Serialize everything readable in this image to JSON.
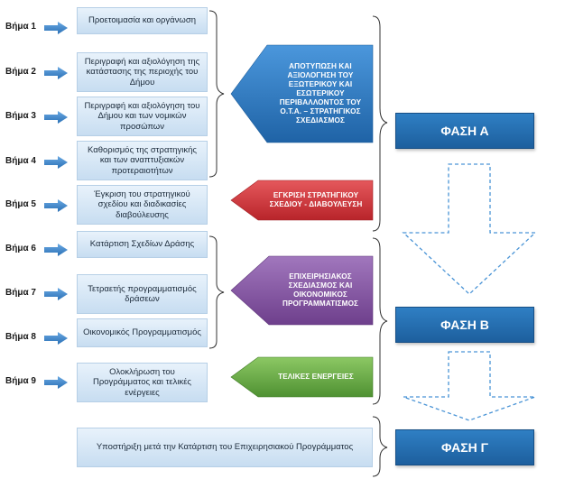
{
  "steps": [
    {
      "label": "Βήμα 1",
      "text": "Προετοιμασία και οργάνωση"
    },
    {
      "label": "Βήμα 2",
      "text": "Περιγραφή και αξιολόγηση της κατάστασης της περιοχής του Δήμου"
    },
    {
      "label": "Βήμα 3",
      "text": "Περιγραφή και αξιολόγηση του Δήμου και των νομικών προσώπων"
    },
    {
      "label": "Βήμα 4",
      "text": "Καθορισμός της στρατηγικής και των αναπτυξιακών προτεραιοτήτων"
    },
    {
      "label": "Βήμα 5",
      "text": "Έγκριση του στρατηγικού σχεδίου και διαδικασίες διαβούλευσης"
    },
    {
      "label": "Βήμα 6",
      "text": "Κατάρτιση Σχεδίων Δράσης"
    },
    {
      "label": "Βήμα 7",
      "text": "Τετραετής προγραμματισμός δράσεων"
    },
    {
      "label": "Βήμα 8",
      "text": "Οικονομικός Προγραμματισμός"
    },
    {
      "label": "Βήμα 9",
      "text": "Ολοκλήρωση του Προγράμματος και τελικές ενέργειες"
    }
  ],
  "support_box": "Υποστήριξη μετά την Κατάρτιση του Επιχειρησιακού Προγράμματος",
  "banners": [
    {
      "text": "ΑΠΟΤΥΠΩΣΗ ΚΑΙ ΑΞΙΟΛΟΓΗΣΗ ΤΟΥ ΕΞΩΤΕΡΙΚΟΥ ΚΑΙ ΕΣΩΤΕΡΙΚΟΥ ΠΕΡΙΒΑΛΛΟΝΤΟΣ ΤΟΥ Ο.Τ.Α. – ΣΤΡΑΤΗΓΙΚΟΣ ΣΧΕΔΙΑΣΜΟΣ",
      "color": "#2b78c2"
    },
    {
      "text": "ΕΓΚΡΙΣΗ ΣΤΡΑΤΗΓΙΚΟΥ ΣΧΕΔΙΟΥ - ΔΙΑΒΟΥΛΕΥΣΗ",
      "color": "#d4343a"
    },
    {
      "text": "ΕΠΙΧΕΙΡΗΣΙΑΚΟΣ ΣΧΕΔΙΑΣΜΟΣ ΚΑΙ ΟΙΚΟΝΟΜΙΚΟΣ ΠΡΟΓΡΑΜΜΑΤΙΣΜΟΣ",
      "color": "#8a5aa8"
    },
    {
      "text": "ΤΕΛΙΚΕΣ ΕΝΕΡΓΕΙΕΣ",
      "color": "#6fb04a"
    }
  ],
  "phases": [
    {
      "label": "ΦΑΣΗ Α"
    },
    {
      "label": "ΦΑΣΗ Β"
    },
    {
      "label": "ΦΑΣΗ Γ"
    }
  ],
  "colors": {
    "arrow": "#2f80c8",
    "phase": "#236ab0",
    "box_border": "#b6cfe6",
    "bracket": "#333333",
    "dashed_arrow": "#4a94d6"
  }
}
